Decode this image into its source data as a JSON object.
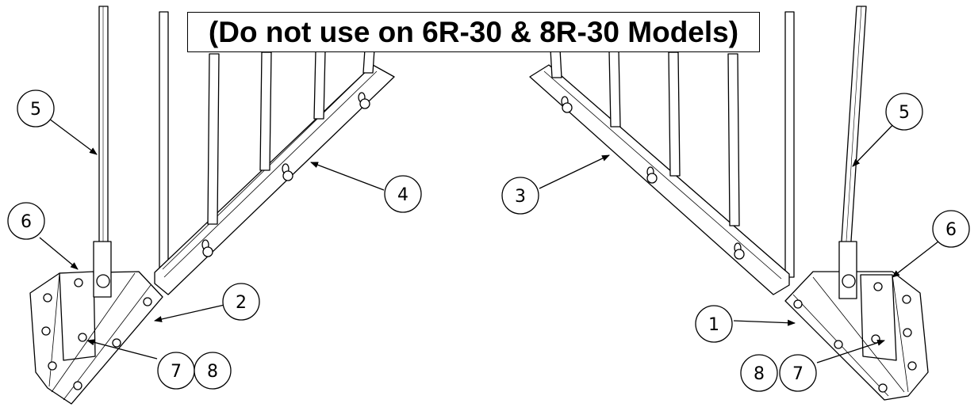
{
  "banner": {
    "text": "(Do not use on 6R-30 & 8R-30 Models)"
  },
  "callouts": {
    "c1": "1",
    "c2": "2",
    "c3": "3",
    "c4": "4",
    "c5_left": "5",
    "c5_right": "5",
    "c6_left": "6",
    "c6_right": "6",
    "c7_left": "7",
    "c7_right": "7",
    "c8_left": "8",
    "c8_right": "8"
  },
  "colors": {
    "line": "#000000",
    "fill": "#ffffff"
  }
}
